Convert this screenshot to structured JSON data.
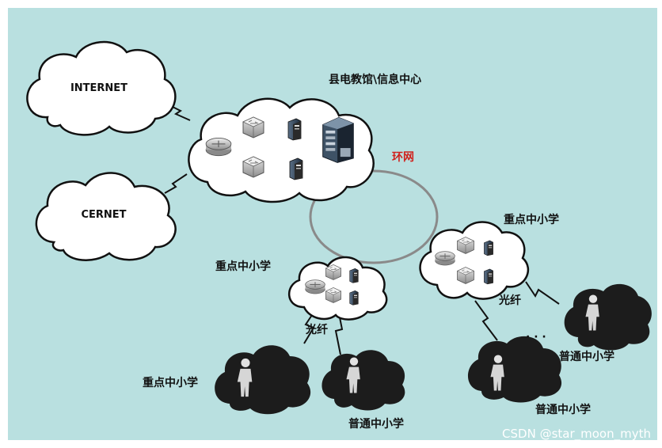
{
  "colors": {
    "background": "#b9e0e0",
    "frame": "#ffffff",
    "cloud_fill": "#ffffff",
    "cloud_stroke": "#111111",
    "dark_cloud": "#1c1c1c",
    "ring": "#8a8a8a",
    "ring_label": "#d0211c",
    "text": "#111111",
    "watermark": "#ffffff"
  },
  "labels": {
    "internet": "INTERNET",
    "cernet": "CERNET",
    "center": "县电教馆\\信息中心",
    "ring": "环网",
    "key_school_right": "重点中小学",
    "key_school_mid": "重点中小学",
    "fiber_left": "光纤",
    "fiber_right": "光纤",
    "key_school_bottom": "重点中小学",
    "normal_school_bottom": "普通中小学",
    "normal_school_right_bottom": "普通中小学",
    "normal_school_far_right": "普通中小学",
    "ellipsis": "· · ·",
    "watermark": "CSDN @star_moon_myth"
  },
  "icons": {
    "router": "router-icon",
    "switch": "switch-icon",
    "server": "server-icon",
    "server_rack": "server-rack-icon",
    "person": "person-icon",
    "lightning": "lightning-link-icon"
  }
}
